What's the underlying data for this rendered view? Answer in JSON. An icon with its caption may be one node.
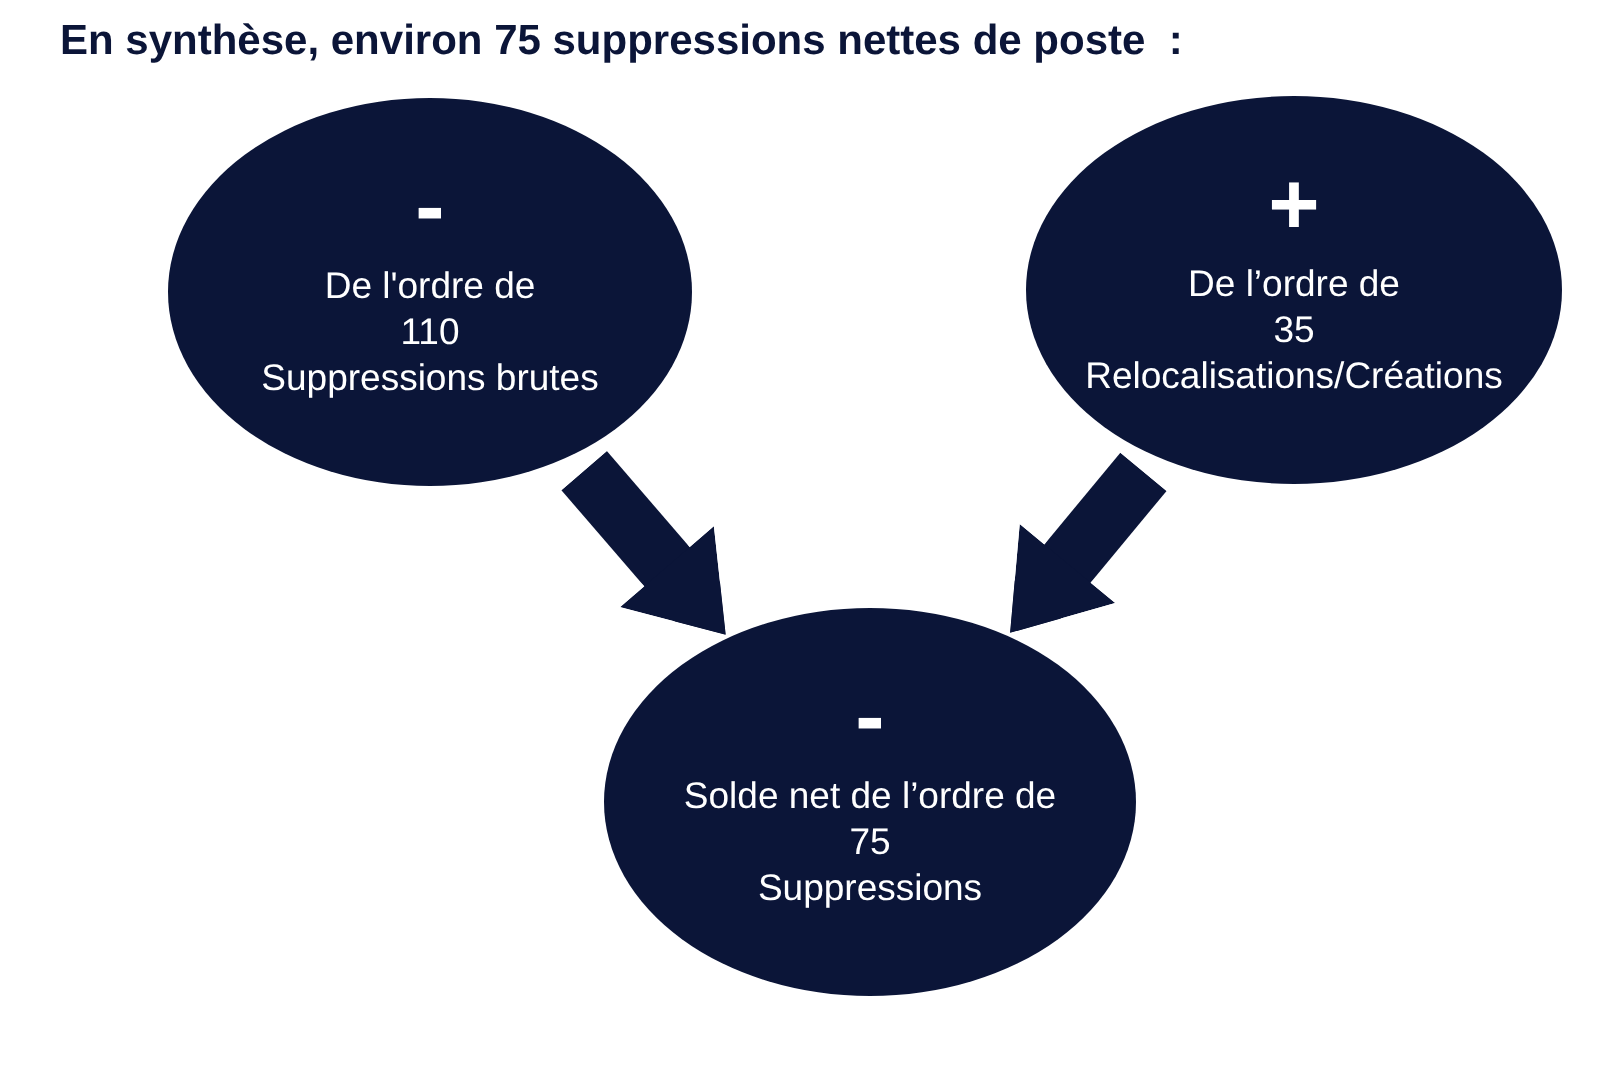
{
  "diagram": {
    "title": "En synthèse, environ 75 suppressions nettes de poste  :",
    "nodes": [
      {
        "text": [
          "-",
          "De l'ordre de",
          "110",
          "Suppressions brutes"
        ]
      },
      {
        "text": [
          "+",
          "De l’ordre de",
          "35",
          "Relocalisations/Créations"
        ]
      },
      {
        "text": [
          "-",
          "Solde net de l’ordre de",
          "75",
          "Suppressions"
        ]
      }
    ],
    "edges": [
      {
        "from": 0,
        "to": 2,
        "arrow": "to"
      },
      {
        "from": 1,
        "to": 2,
        "arrow": "to"
      }
    ]
  }
}
